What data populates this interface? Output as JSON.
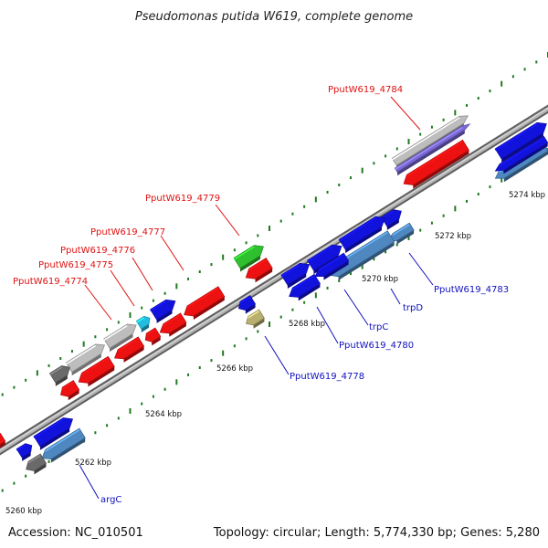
{
  "title": "Pseudomonas putida W619, complete genome",
  "footer": {
    "accession": "Accession: NC_010501",
    "summary": "Topology: circular; Length: 5,774,330 bp; Genes: 5,280"
  },
  "colors": {
    "backbone": "#8e8e8e",
    "tick_dot": "#1f7a1f",
    "label_red": "#e01010",
    "label_blue": "#1010c0",
    "gene_red": "#ee1111",
    "gene_blue": "#1212dd",
    "gene_steel": "#4f88c0",
    "gene_cyan": "#22bde0",
    "gene_green": "#2ec02e",
    "gene_olive": "#b8b070",
    "gene_gray": "#bdbdbd",
    "gene_dark": "#6a6a6a",
    "gene_purple": "#7a6ad8"
  },
  "tick_labels": [
    "5260 kbp",
    "5262 kbp",
    "5264 kbp",
    "5266 kbp",
    "5268 kbp",
    "5270 kbp",
    "5272 kbp",
    "5274 kbp"
  ],
  "gene_labels": {
    "upper": [
      "PputW619_4784",
      "PputW619_4779",
      "PputW619_4777",
      "PputW619_4776",
      "PputW619_4775",
      "PputW619_4774"
    ],
    "lower": [
      "PputW619_4783",
      "trpD",
      "trpC",
      "PputW619_4780",
      "PputW619_4778",
      "argC"
    ]
  }
}
